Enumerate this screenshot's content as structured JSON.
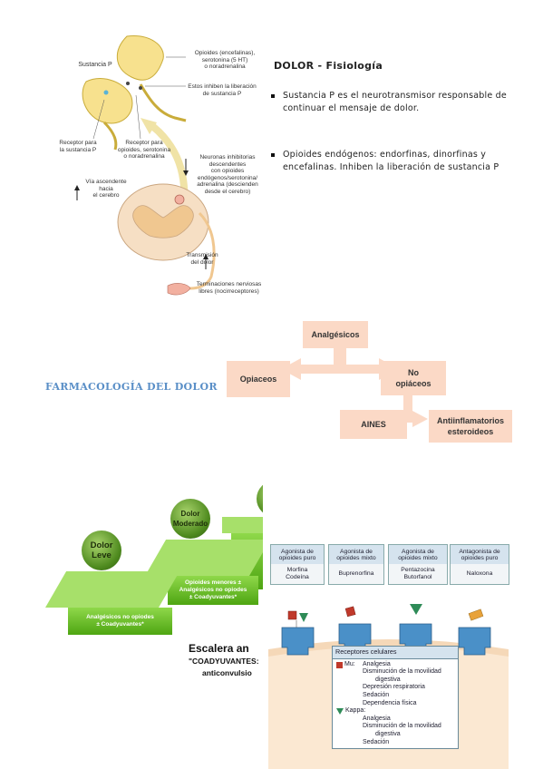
{
  "spinal_figure": {
    "sustancia_p": "Sustancia P",
    "opioides_label": "Opioides (encefalinas),\nserotonina (5 HT)\no noradrenalina",
    "inhiben_label": "Estos inhiben la liberación\nde sustancia P",
    "receptor_p": "Receptor para\nla sustancia P",
    "receptor_opioides": "Receptor para\nopioides, serotonina\no noradrenalina",
    "neuronas": "Neuronas inhibitorias\ndescendentes\ncon opioides\nendógenos/serotonina/\nadrenalina (descienden\ndesde el cerebro)",
    "via_ascendente": "Vía ascendente\nhacia\nel cerebro",
    "transmision": "Transmisión\ndel dolor",
    "terminaciones": "Terminaciones nerviosas\nlibres (nocirreceptores)"
  },
  "dolor": {
    "title": "DOLOR - Fisiología",
    "bullets": [
      "Sustancia P es el neurotransmisor responsable de continuar el mensaje de dolor.",
      "Opioides endógenos: endorfinas, dinorfinas y encefalinas. Inhiben la liberación de sustancia P"
    ]
  },
  "farmacologia": {
    "title": "FARMACOLOGÍA DEL DOLOR",
    "analgesicos": "Analgésicos",
    "opiaceos": "Opiaceos",
    "no_opiaceos": "No\nopiáceos",
    "aines": "AINES",
    "antiinflamatorios": "Antiinflamatorios\nesteroideos"
  },
  "escalera": {
    "step1_ball": "Dolor\nLeve",
    "step2_ball": "Dolor\nModerado",
    "step1_text": "Analgésicos no opiodes\n± Coadyuvantes*",
    "step2_text": "Opioides menores ±\nAnalgésicos no opiodes\n± Coadyuvantes*",
    "title": "Escalera an",
    "subtitle": "\"COADYUVANTES:",
    "subtitle2": "anticonvulsio"
  },
  "receptores": {
    "headers": [
      "Agonista de\nopioides puro",
      "Agonista de\nopioides mixto",
      "Agonista de\nopioides mixto",
      "Antagonista de\nopioides puro"
    ],
    "drugs": [
      "Morfina\nCodeína",
      "Buprenorfina",
      "Pentazocina\nButorfanol",
      "Naloxona"
    ],
    "panel_title": "Receptores celulares",
    "mu_label": "Mu:",
    "mu_items": [
      "Analgesia",
      "Disminución de la movilidad",
      "digestiva",
      "Depresión respiratoria",
      "Sedación",
      "Dependencia física"
    ],
    "kappa_label": "Kappa:",
    "kappa_items": [
      "Analgesia",
      "Disminución de la movilidad",
      "digestiva",
      "Sedación"
    ],
    "colors": {
      "mu": "#c0392b",
      "kappa": "#2e8b57",
      "receptor": "#4a90c8",
      "membrane": "#f5d8b8"
    }
  }
}
